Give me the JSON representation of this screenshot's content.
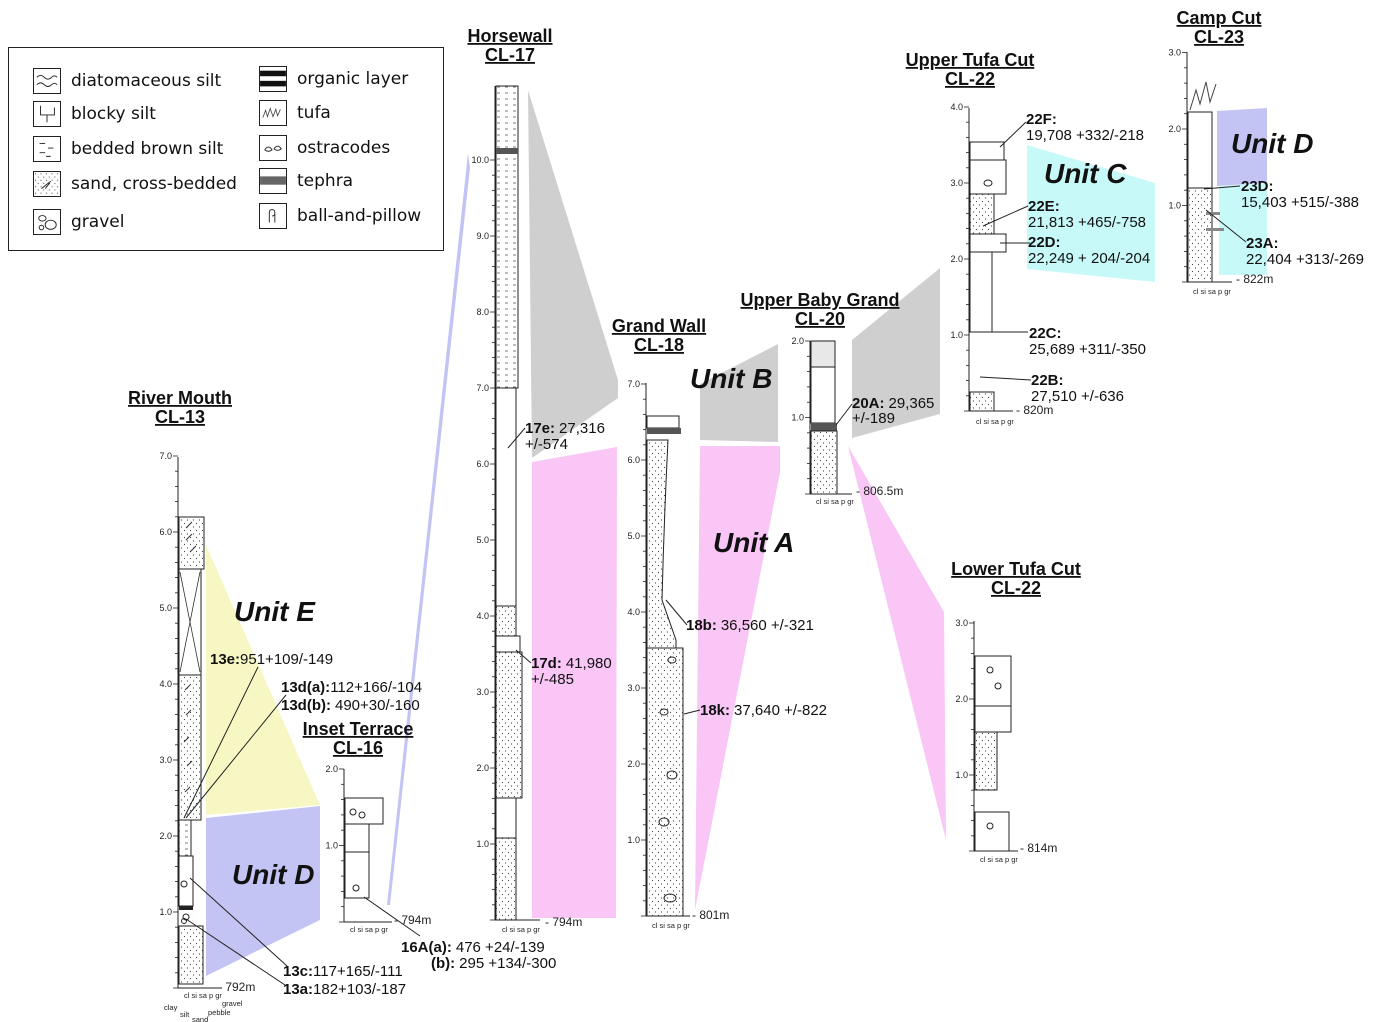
{
  "legend": {
    "items": [
      {
        "label": "diatomaceous silt",
        "icon": "diatomaceous-silt-icon"
      },
      {
        "label": "blocky silt",
        "icon": "blocky-silt-icon"
      },
      {
        "label": "bedded brown silt",
        "icon": "bedded-brown-silt-icon"
      },
      {
        "label": "sand, cross-bedded",
        "icon": "sand-cross-bedded-icon"
      },
      {
        "label": "gravel",
        "icon": "gravel-icon"
      },
      {
        "label": "organic layer",
        "icon": "organic-layer-icon"
      },
      {
        "label": "tufa",
        "icon": "tufa-icon"
      },
      {
        "label": "ostracodes",
        "icon": "ostracodes-icon"
      },
      {
        "label": "tephra",
        "icon": "tephra-icon"
      },
      {
        "label": "ball-and-pillow",
        "icon": "ball-and-pillow-icon"
      }
    ]
  },
  "sections": {
    "cl13": {
      "name": "River Mouth",
      "code": "CL-13",
      "base": "- 792m",
      "ticks": [
        "1.0",
        "2.0",
        "3.0",
        "4.0",
        "5.0",
        "6.0",
        "7.0"
      ]
    },
    "cl16": {
      "name": "Inset Terrace",
      "code": "CL-16",
      "base": "- 794m",
      "ticks": [
        "1.0",
        "2.0"
      ]
    },
    "cl17": {
      "name": "Horsewall",
      "code": "CL-17",
      "base": "- 794m",
      "ticks": [
        "1.0",
        "2.0",
        "3.0",
        "4.0",
        "5.0",
        "6.0",
        "7.0",
        "8.0",
        "9.0",
        "10.0"
      ]
    },
    "cl18": {
      "name": "Grand Wall",
      "code": "CL-18",
      "base": "- 801m",
      "ticks": [
        "1.0",
        "2.0",
        "3.0",
        "4.0",
        "5.0",
        "6.0",
        "7.0"
      ]
    },
    "cl20": {
      "name": "Upper Baby Grand",
      "code": "CL-20",
      "base": "- 806.5m",
      "ticks": [
        "1.0",
        "2.0"
      ]
    },
    "cl22u": {
      "name": "Upper Tufa Cut",
      "code": "CL-22",
      "base": "- 820m",
      "ticks": [
        "1.0",
        "2.0",
        "3.0",
        "4.0"
      ]
    },
    "cl22l": {
      "name": "Lower Tufa Cut",
      "code": "CL-22",
      "base": "- 814m",
      "ticks": [
        "1.0",
        "2.0",
        "3.0"
      ]
    },
    "cl23": {
      "name": "Camp Cut",
      "code": "CL-23",
      "base": "- 822m",
      "ticks": [
        "1.0",
        "2.0",
        "3.0"
      ]
    }
  },
  "grain_axis": "cl si sa p gr",
  "grain_axis_long": [
    "clay",
    "silt",
    "sand",
    "pebble",
    "gravel"
  ],
  "units": {
    "unit_a": "Unit A",
    "unit_b": "Unit B",
    "unit_c": "Unit C",
    "unit_d": "Unit D",
    "unit_e": "Unit E"
  },
  "dates": {
    "d13e_id": "13e:",
    "d13e_val": "951+109/-149",
    "d13da_id": "13d(a):",
    "d13da_val": "112+166/-104",
    "d13db_id": "13d(b):",
    "d13db_val": "490+30/-160",
    "d13c_id": "13c:",
    "d13c_val": "117+165/-111",
    "d13a_id": "13a:",
    "d13a_val": "182+103/-187",
    "d16a_id": "16A(a):",
    "d16a_val": "476 +24/-139",
    "d16b_id": "(b):",
    "d16b_val": "295 +134/-300",
    "d17e_id": "17e:",
    "d17e_val1": "27,316",
    "d17e_val2": "+/-574",
    "d17d_id": "17d:",
    "d17d_val1": "41,980",
    "d17d_val2": "+/-485",
    "d18b_id": "18b:",
    "d18b_val": "36,560 +/-321",
    "d18k_id": "18k:",
    "d18k_val": "37,640 +/-822",
    "d20a_id": "20A:",
    "d20a_val1": "29,365",
    "d20a_val2": "+/-189",
    "d22f_id": "22F:",
    "d22f_val": "19,708 +332/-218",
    "d22e_id": "22E:",
    "d22e_val": "21,813 +465/-758",
    "d22d_id": "22D:",
    "d22d_val": "22,249 + 204/-204",
    "d22c_id": "22C:",
    "d22c_val": "25,689 +311/-350",
    "d22b_id": "22B:",
    "d22b_val": "27,510 +/-636",
    "d23d_id": "23D:",
    "d23d_val": "15,403 +515/-388",
    "d23a_id": "23A:",
    "d23a_val": "22,404 +313/-269"
  },
  "colors": {
    "unit_a": "#f9c6f6",
    "unit_b": "#cfcfcf",
    "unit_c": "#c8f9f9",
    "unit_d": "#c4c4f4",
    "unit_e": "#f7f7c4"
  }
}
